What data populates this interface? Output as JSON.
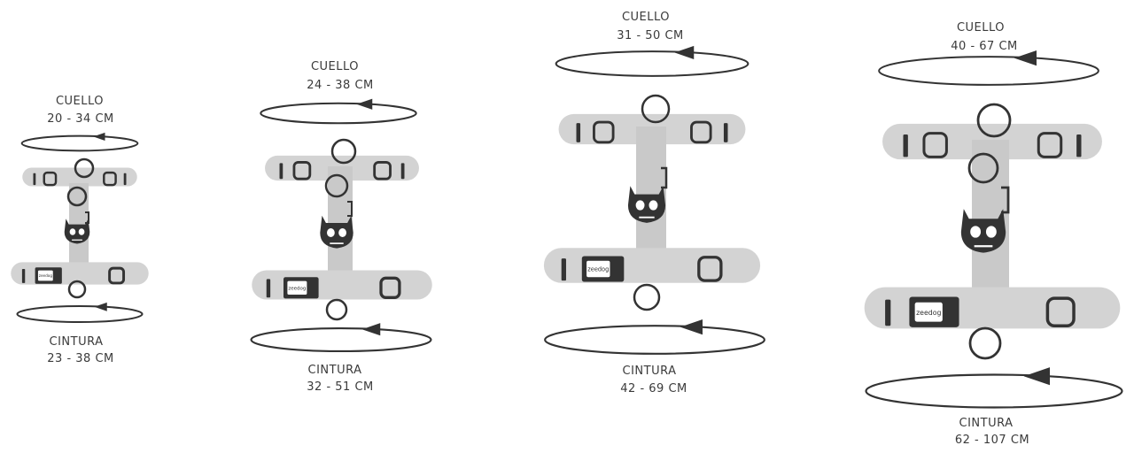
{
  "sizes": [
    {
      "neck_label": "CUELLO",
      "neck_range": "20 - 34 CM",
      "waist_label": "CINTURA",
      "waist_range": "23 - 38 CM"
    },
    {
      "neck_label": "CUELLO",
      "neck_range": "24 - 38 CM",
      "waist_label": "CINTURA",
      "waist_range": "32 - 51 CM"
    },
    {
      "neck_label": "CUELLO",
      "neck_range": "31 - 50 CM",
      "waist_label": "CINTURA",
      "waist_range": "42 - 69 CM"
    },
    {
      "neck_label": "CUELLO",
      "neck_range": "40 - 67 CM",
      "waist_label": "CINTURA",
      "waist_range": "62 - 107 CM"
    }
  ],
  "buckle_logo": "zeedog",
  "colors": {
    "strap": "#d3d3d3",
    "hardware": "#333333",
    "text": "#3a3a3a"
  },
  "icons": [
    "rotation-arrow-icon",
    "skull-tag-icon",
    "d-ring-icon",
    "buckle-icon"
  ]
}
